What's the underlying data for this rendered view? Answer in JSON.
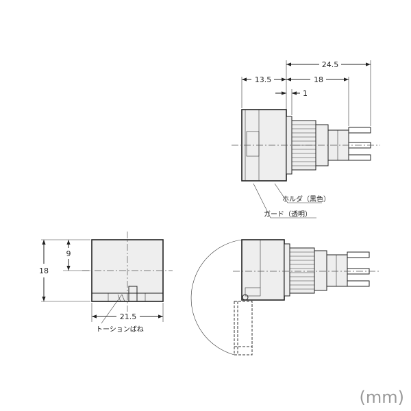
{
  "dimensions": {
    "top_overall": "24.5",
    "top_left": "13.5",
    "top_right": "18",
    "top_small": "1",
    "front_height": "18",
    "front_half": "9",
    "front_width": "21.5"
  },
  "labels": {
    "holder": "ホルダ（黒色）",
    "guard": "ガード（透明）",
    "torsion_spring": "トーションばね"
  },
  "unit": "(mm)"
}
